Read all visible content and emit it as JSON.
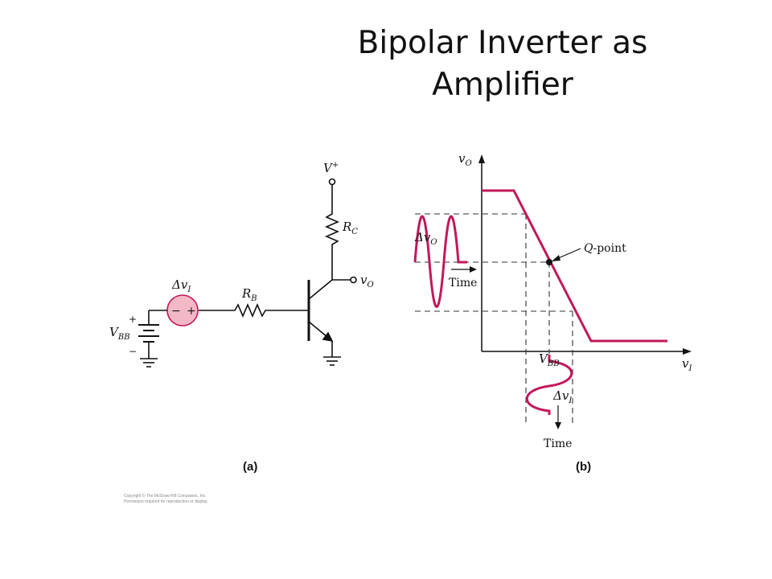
{
  "title": {
    "line1": "Bipolar Inverter as",
    "line2": "Amplifier"
  },
  "circuit": {
    "supply_label": "V",
    "supply_sup": "+",
    "rc_label": "R",
    "rc_sub": "C",
    "rb_label": "R",
    "rb_sub": "B",
    "vo_label": "v",
    "vo_sub": "O",
    "dvi_label": "Δv",
    "dvi_sub": "I",
    "vbb_label": "V",
    "vbb_sub": "BB",
    "source_minus": "−",
    "source_plus": "+",
    "batt_plus": "+",
    "batt_minus": "−",
    "caption": "(a)"
  },
  "graph": {
    "y_axis_label": "v",
    "y_axis_sub": "O",
    "x_axis_label": "v",
    "x_axis_sub": "I",
    "qpoint_q": "Q",
    "qpoint_rest": "-point",
    "dvo_label": "Δv",
    "dvo_sub": "O",
    "time_label_left": "Time",
    "vbb_label": "V",
    "vbb_sub": "BB",
    "dvi_label": "Δv",
    "dvi_sub": "I",
    "time_label_bottom": "Time",
    "caption": "(b)"
  },
  "copyright": {
    "line1": "Copyright © The McGraw-Hill Companies, Inc.",
    "line2": "Permission required for reproduction or display."
  },
  "colors": {
    "signal": "#c2185b",
    "source_fill": "#f2b8c6",
    "ink": "#111111",
    "dash": "#333333"
  }
}
